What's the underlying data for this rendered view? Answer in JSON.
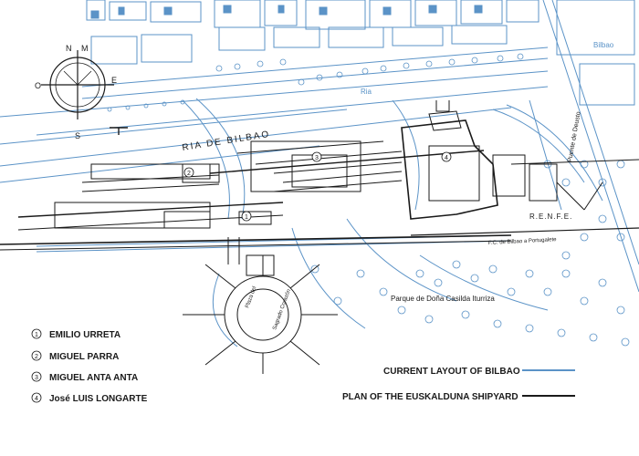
{
  "map": {
    "compass": {
      "north": "N",
      "north_m": "M",
      "west": "O",
      "east": "E",
      "south": "S"
    },
    "place_labels": {
      "river": "RIA DE BILBAO",
      "rio_short": "Ria",
      "bilbao": "Bilbao",
      "bridge": "Puente de Deusto",
      "renfe": "R.E.N.F.E.",
      "railway": "F.C. de Bilbao a Portugalete",
      "park": "Parque de Doña Casilda Iturriza",
      "plaza_line1": "Plaza del",
      "plaza_line2": "Sagrado Corazón"
    },
    "markers": [
      {
        "num": "1"
      },
      {
        "num": "2"
      },
      {
        "num": "3"
      },
      {
        "num": "4"
      }
    ],
    "architects": [
      {
        "num": "1",
        "name": "EMILIO URRETA"
      },
      {
        "num": "2",
        "name": "MIGUEL PARRA"
      },
      {
        "num": "3",
        "name": "MIGUEL ANTA ANTA"
      },
      {
        "num": "4",
        "name": "José LUIS LONGARTE"
      }
    ],
    "legend": {
      "current": {
        "label": "CURRENT LAYOUT OF BILBAO",
        "color": "#5b93c7"
      },
      "plan": {
        "label": "PLAN OF THE EUSKALDUNA SHIPYARD",
        "color": "#1a1a1a"
      }
    }
  }
}
